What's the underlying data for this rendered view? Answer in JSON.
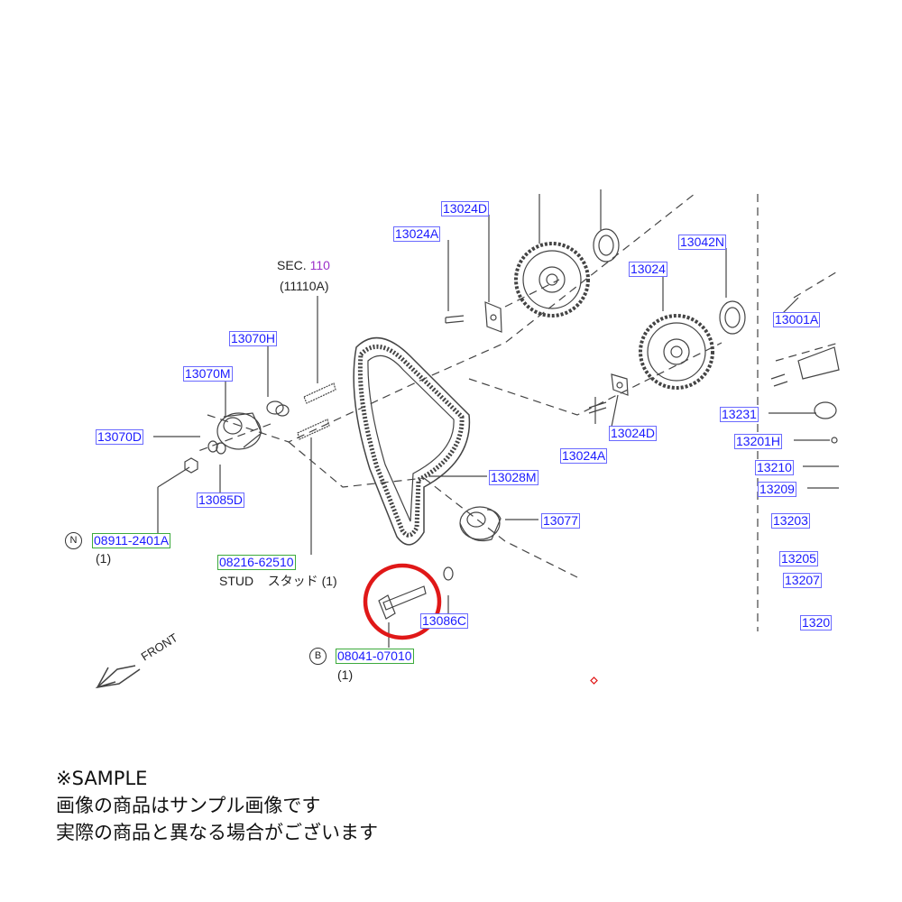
{
  "section": {
    "prefix": "SEC.",
    "number": "110",
    "sub": "(11110A)"
  },
  "parts": {
    "p13024D": "13024D",
    "p13024A_top": "13024A",
    "p13042N": "13042N",
    "p13024": "13024",
    "p13001A": "13001A",
    "p13070H": "13070H",
    "p13070M": "13070M",
    "p13070D": "13070D",
    "p13085D": "13085D",
    "p13024D_b": "13024D",
    "p13024A_b": "13024A",
    "p13028M": "13028M",
    "p13077": "13077",
    "p13086C": "13086C",
    "p13231": "13231",
    "p13201H": "13201H",
    "p13210": "13210",
    "p13209": "13209",
    "p13203": "13203",
    "p13205": "13205",
    "p13207": "13207",
    "p1320": "1320"
  },
  "callouts": {
    "nut": {
      "marker": "N",
      "part": "08911-2401A",
      "qty": "(1)"
    },
    "stud": {
      "part": "08216-62510",
      "name": "STUD",
      "name_jp": "スタッド",
      "qty": "(1)"
    },
    "bolt": {
      "marker": "B",
      "part": "08041-07010",
      "qty": "(1)"
    }
  },
  "front_label": "FRONT",
  "highlight_color": "#e01818",
  "note": {
    "line1": "※SAMPLE",
    "line2": "画像の商品はサンプル画像です",
    "line3": "実際の商品と異なる場合がございます"
  }
}
